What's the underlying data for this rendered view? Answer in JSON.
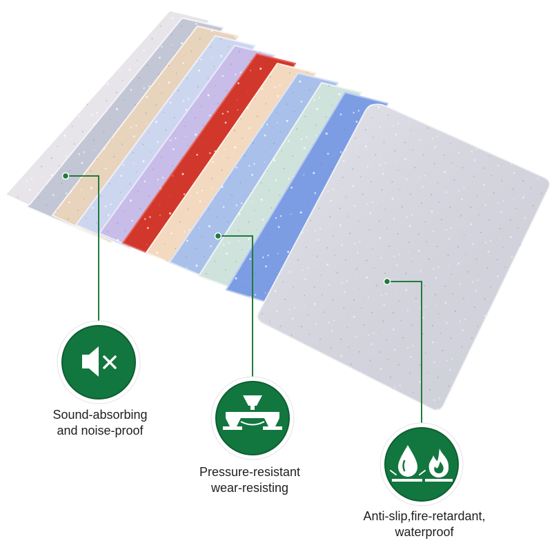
{
  "colors": {
    "badge_green": "#12763f",
    "badge_ring": "#0d5e32",
    "connector": "#1f7a3c",
    "panels": [
      "#e7e4ea",
      "#c3c6d5",
      "#e8d3bd",
      "#cdd6ef",
      "#c7bde8",
      "#d2372c",
      "#f3d9bf",
      "#a9c0ea",
      "#cfe3dc",
      "#7c9de3",
      "#dfe0ea"
    ]
  },
  "features": [
    {
      "icon": "speaker-mute-icon",
      "line1": "Sound-absorbing",
      "line2": "and noise-proof"
    },
    {
      "icon": "pressure-press-icon",
      "line1": "Pressure-resistant",
      "line2": "wear-resisting"
    },
    {
      "icon": "water-fire-icon",
      "line1": "Anti-slip,fire-retardant,",
      "line2": "waterproof"
    }
  ]
}
